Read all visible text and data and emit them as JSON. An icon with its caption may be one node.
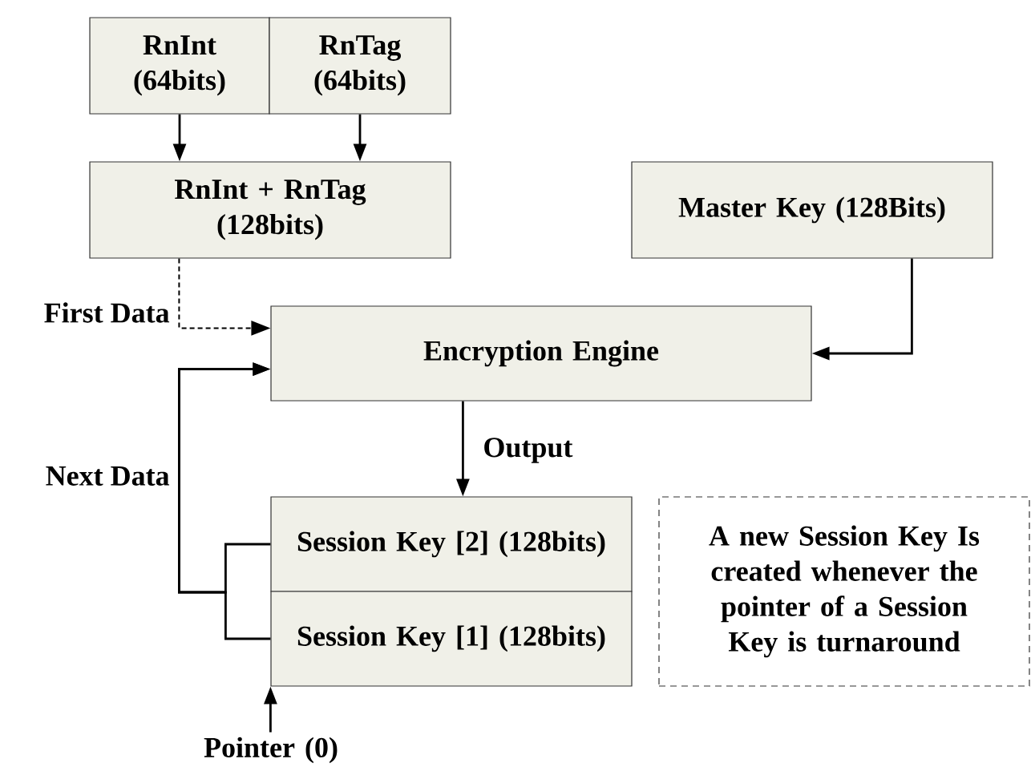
{
  "diagram": {
    "nodes": [
      {
        "text": [
          "RnInt (64bits)"
        ]
      },
      {
        "text": [
          "RnTag (64bits)"
        ]
      },
      {
        "text": [
          "RnInt + RnTag (128bits)"
        ]
      },
      {
        "text": [
          "Master Key (128Bits)"
        ]
      },
      {
        "text": [
          "Encryption Engine"
        ]
      },
      {
        "text": [
          "Session Key [2] (128bits)"
        ]
      },
      {
        "text": [
          "Session Key [1] (128bits)"
        ]
      },
      {
        "text": [
          "A new Session Key Is created whenever the pointer of a Session Key is turnaround"
        ]
      },
      {
        "text": [
          "Pointer (0)"
        ]
      }
    ],
    "edges": [
      {
        "from": 0,
        "to": 2,
        "arrow": "to"
      },
      {
        "from": 1,
        "to": 2,
        "arrow": "to"
      },
      {
        "from": 2,
        "to": 4,
        "arrow": "to",
        "label": "First Data",
        "style": "dashed"
      },
      {
        "from": 3,
        "to": 4,
        "arrow": "to"
      },
      {
        "from": 4,
        "to": 5,
        "arrow": "to",
        "label": "Output"
      },
      {
        "from": 5,
        "to": 4,
        "arrow": "to",
        "label": "Next Data"
      },
      {
        "from": 6,
        "to": 4,
        "arrow": "to"
      },
      {
        "from": 8,
        "to": 6,
        "arrow": "to"
      }
    ]
  }
}
